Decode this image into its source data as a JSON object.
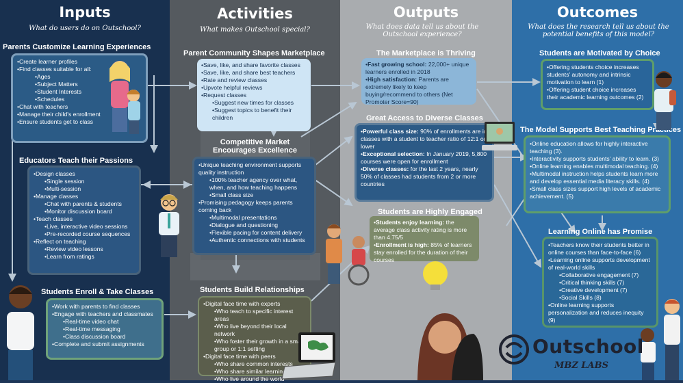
{
  "columns": {
    "inputs": {
      "title": "Inputs",
      "subtitle": "What do users do on Outschool?"
    },
    "activities": {
      "title": "Activities",
      "subtitle": "What makes Outschool special?"
    },
    "outputs": {
      "title": "Outputs",
      "subtitle": "What does data tell us about the Outschool experience?"
    },
    "outcomes": {
      "title": "Outcomes",
      "subtitle": "What does the research tell us about the potential benefits of this model?"
    }
  },
  "inputs": {
    "parents": {
      "title": "Parents Customize Learning Experiences",
      "items": [
        {
          "lvl": 1,
          "text": "Create learner profiles"
        },
        {
          "lvl": 1,
          "text": "Find classes suitable for all:"
        },
        {
          "lvl": 3,
          "text": "Ages"
        },
        {
          "lvl": 3,
          "text": "Subject Matters"
        },
        {
          "lvl": 3,
          "text": "Student Interests"
        },
        {
          "lvl": 3,
          "text": "Schedules"
        },
        {
          "lvl": 1,
          "text": "Chat with teachers"
        },
        {
          "lvl": 1,
          "text": "Manage their child's enrollment"
        },
        {
          "lvl": 1,
          "text": "Ensure students get to class"
        }
      ]
    },
    "educators": {
      "title": "Educators Teach their Passions",
      "items": [
        {
          "lvl": 1,
          "text": "Design classes"
        },
        {
          "lvl": 2,
          "text": "Single session"
        },
        {
          "lvl": 2,
          "text": "Multi-session"
        },
        {
          "lvl": 1,
          "text": "Manage classes"
        },
        {
          "lvl": 2,
          "text": "Chat with parents & students"
        },
        {
          "lvl": 2,
          "text": "Monitor discussion board"
        },
        {
          "lvl": 1,
          "text": "Teach classes"
        },
        {
          "lvl": 2,
          "text": "Live, interactive video sessions"
        },
        {
          "lvl": 2,
          "text": "Pre-recorded course sequences"
        },
        {
          "lvl": 1,
          "text": "Reflect on teaching"
        },
        {
          "lvl": 2,
          "text": "Review video lessons"
        },
        {
          "lvl": 2,
          "text": "Learn from ratings"
        }
      ]
    },
    "students": {
      "title": "Students Enroll & Take Classes",
      "items": [
        {
          "lvl": 1,
          "text": "Work with parents to find classes"
        },
        {
          "lvl": 1,
          "text": "Engage with teachers and classmates"
        },
        {
          "lvl": 2,
          "text": "Real-time video chat"
        },
        {
          "lvl": 2,
          "text": "Real-time messaging"
        },
        {
          "lvl": 2,
          "text": "Class discussion board"
        },
        {
          "lvl": 1,
          "text": "Complete and submit assignments"
        }
      ]
    }
  },
  "activities": {
    "community": {
      "title": "Parent Community Shapes Marketplace",
      "items": [
        {
          "lvl": 1,
          "text": "Save, like, and share favorite classes"
        },
        {
          "lvl": 1,
          "text": "Save, like, and share best teachers"
        },
        {
          "lvl": 1,
          "text": "Rate and review classes"
        },
        {
          "lvl": 1,
          "text": "Upvote helpful reviews"
        },
        {
          "lvl": 1,
          "text": "Request classes"
        },
        {
          "lvl": 2,
          "text": "Suggest new times for classes"
        },
        {
          "lvl": 2,
          "text": "Suggest topics to benefit their children"
        }
      ]
    },
    "market": {
      "title_line1": "Competitive Market",
      "title_line2": "Encourages Excellence",
      "items": [
        {
          "lvl": 1,
          "text": "Unique teaching environment supports quality instruction"
        },
        {
          "lvl": 2,
          "text": "100% teacher agency over what, when, and how teaching happens"
        },
        {
          "lvl": 2,
          "text": "Small class size"
        },
        {
          "lvl": 1,
          "text": "Promising pedagogy keeps parents coming back"
        },
        {
          "lvl": 2,
          "text": "Multimodal presentations"
        },
        {
          "lvl": 2,
          "text": "Dialogue and questioning"
        },
        {
          "lvl": 2,
          "text": "Flexible pacing for content delivery"
        },
        {
          "lvl": 2,
          "text": "Authentic connections with students"
        }
      ]
    },
    "relationships": {
      "title": "Students Build Relationships",
      "items": [
        {
          "lvl": 1,
          "text": "Digital face time with experts"
        },
        {
          "lvl": 2,
          "text": "Who teach to specific interest areas"
        },
        {
          "lvl": 2,
          "text": "Who live beyond their local network"
        },
        {
          "lvl": 2,
          "text": "Who foster their growth in a small-group or 1:1 setting"
        },
        {
          "lvl": 1,
          "text": "Digital face time with peers"
        },
        {
          "lvl": 2,
          "text": "Who share common interests"
        },
        {
          "lvl": 2,
          "text": "Who share similar learning needs"
        },
        {
          "lvl": 2,
          "text": "Who live around the world"
        }
      ]
    }
  },
  "outputs": {
    "thriving": {
      "title": "The Marketplace is Thriving",
      "items": [
        {
          "bold": "Fast growing school:",
          "text": " 22,000+ unique learners enrolled in 2018"
        },
        {
          "bold": "High satisfaction:",
          "text": " Parents are extremely likely to keep buying/recommend to others (Net Promoter Score=90)"
        }
      ]
    },
    "access": {
      "title": "Great Access to Diverse Classes",
      "items": [
        {
          "bold": "Powerful class size:",
          "text": " 90% of enrollments are in classes with a student to teacher ratio of 12:1 or lower"
        },
        {
          "bold": "Exceptional selection:",
          "text": " In January 2019, 5,800 courses were open for enrollment"
        },
        {
          "bold": "Diverse classes:",
          "text": " for the last 2 years, nearly 50% of classes had students from 2 or more countries"
        }
      ]
    },
    "engaged": {
      "title": "Students are Highly Engaged",
      "items": [
        {
          "bold": "Students enjoy learning:",
          "text": " the average class activity rating is more than 4.75/5"
        },
        {
          "bold": "Enrollment is high:",
          "text": " 85% of learners stay enrolled for the duration of their courses"
        }
      ]
    }
  },
  "outcomes": {
    "motivated": {
      "title": "Students are Motivated by Choice",
      "items": [
        {
          "lvl": 1,
          "text": "Offering students choice increases students' autonomy and intrinsic motivation to learn (1)"
        },
        {
          "lvl": 1,
          "text": "Offering student choice increases their academic learning outcomes (2)"
        }
      ]
    },
    "teaching": {
      "title": "The Model Supports Best Teaching Practices",
      "items": [
        {
          "lvl": 1,
          "text": "Online education allows for highly interactive teaching (3)."
        },
        {
          "lvl": 1,
          "text": "Interactivity supports students' ability to learn. (3)"
        },
        {
          "lvl": 1,
          "text": "Online learning enables multimodal teaching. (4)"
        },
        {
          "lvl": 1,
          "text": "Multimodal instruction helps students learn more and develop essential media literacy skills. (4)"
        },
        {
          "lvl": 1,
          "text": "Small class sizes support high levels of academic achievement. (5)"
        }
      ]
    },
    "promise": {
      "title": "Learning Online has Promise",
      "items": [
        {
          "lvl": 1,
          "text": "Teachers know their students better in online courses than face-to-face (6)"
        },
        {
          "lvl": 1,
          "text": "Learning online supports development of real-world skills"
        },
        {
          "lvl": 2,
          "text": "Collaborative engagement (7)"
        },
        {
          "lvl": 2,
          "text": "Critical thinking skills (7)"
        },
        {
          "lvl": 2,
          "text": "Creative development (7)"
        },
        {
          "lvl": 2,
          "text": "Social Skills (8)"
        },
        {
          "lvl": 1,
          "text": "Online learning supports personalization and reduces inequity (9)"
        }
      ]
    }
  },
  "branding": {
    "logo_text": "Outschool",
    "labs_text": "MBZ LABS"
  },
  "colors": {
    "inputs_bg": "#18304f",
    "activities_bg": "#555a5f",
    "outputs_bg": "#a9acaf",
    "outcomes_bg": "#2e6fa8",
    "title_white": "#ffffff"
  }
}
